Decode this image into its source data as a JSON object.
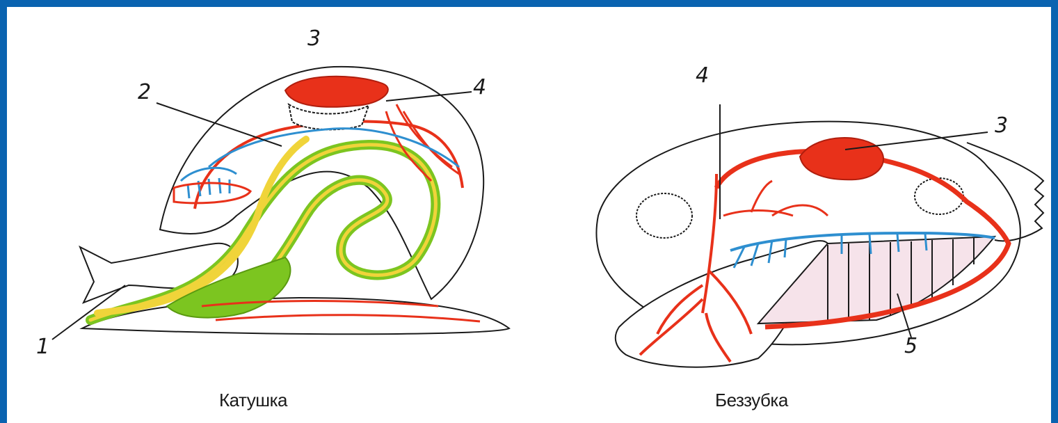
{
  "colors": {
    "frame": "#0a63b0",
    "background": "#ffffff",
    "artery": "#e8311a",
    "vein": "#2e8fd0",
    "digestive_green": "#7cc520",
    "digestive_yellow": "#f0d43a",
    "outline": "#1a1a1a"
  },
  "snail": {
    "caption": "Катушка",
    "labels": {
      "l1": "1",
      "l2": "2",
      "l3": "3",
      "l4": "4"
    }
  },
  "mussel": {
    "caption": "Беззубка",
    "labels": {
      "l3": "3",
      "l4": "4",
      "l5": "5"
    }
  }
}
